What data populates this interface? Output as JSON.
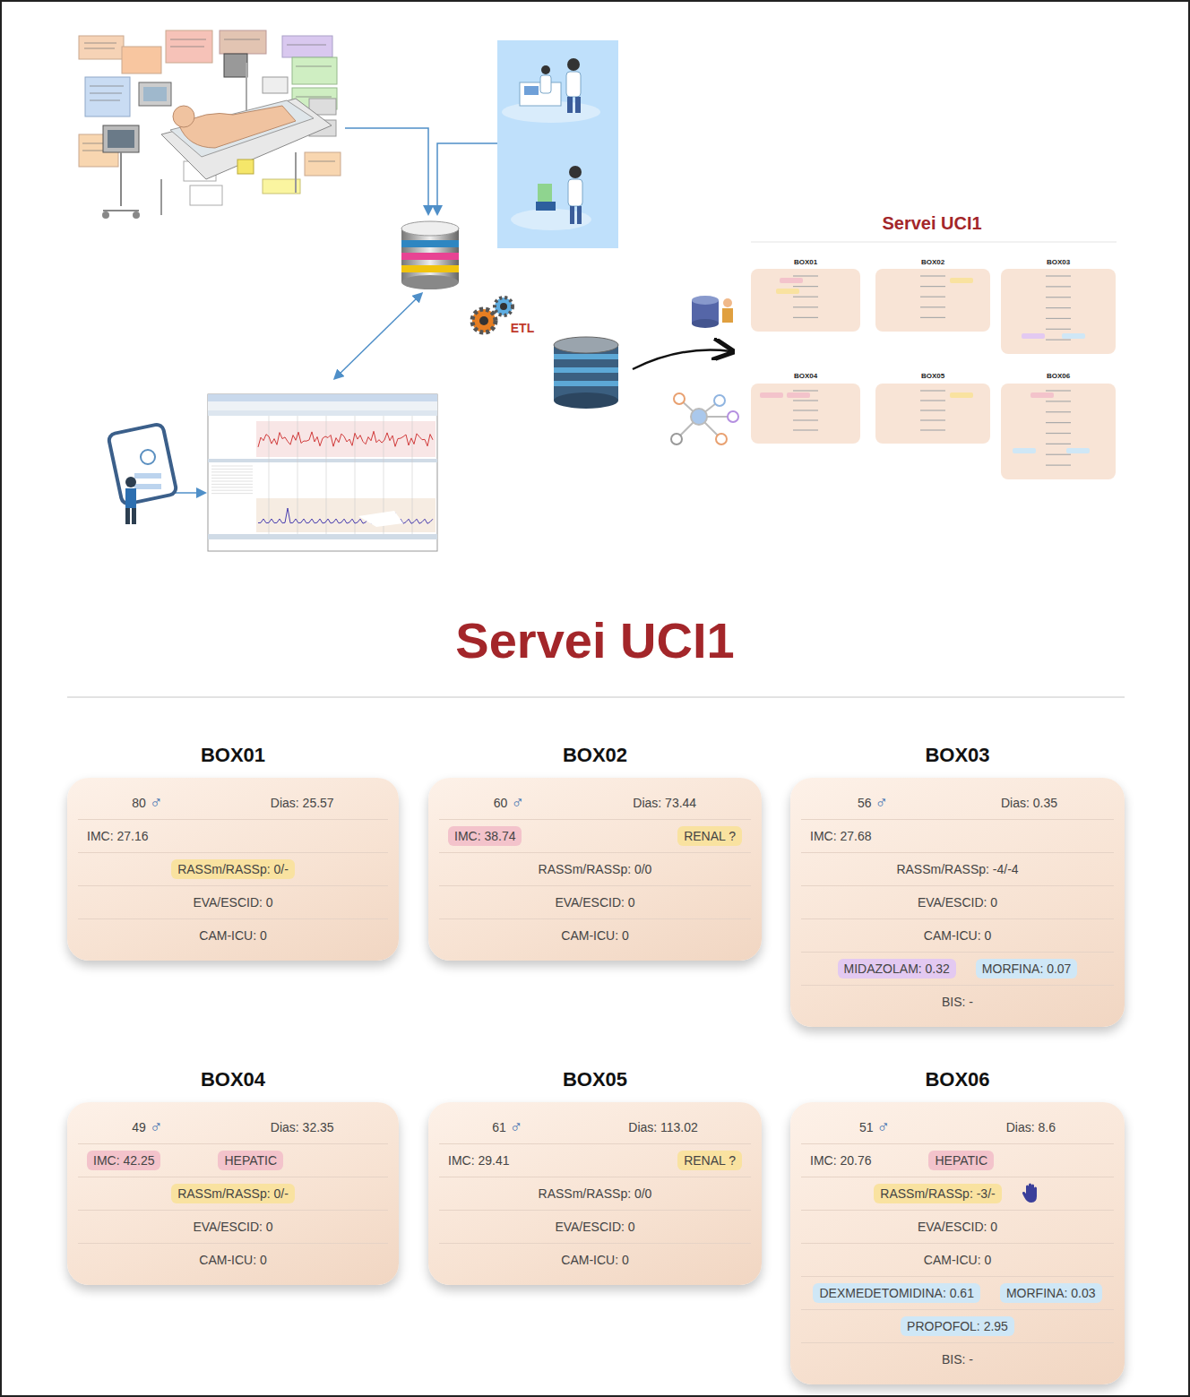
{
  "diagram": {
    "title": "Servei UCI1",
    "nodes": [
      {
        "text": [
          "BOX01",
          "80",
          "♂",
          "Dias: 25.57",
          "IMC: 27.16",
          "EVA/ESCID: 0",
          "CAM-ICU: 0"
        ]
      },
      {
        "text": [
          "RASSm/RASSp: 0/-"
        ],
        "in": 0
      },
      {
        "text": [
          "BOX02",
          "60",
          "♂",
          "Dias: 73.44",
          "RASSm/RASSp: 0/0",
          "EVA/ESCID: 0",
          "CAM-ICU: 0"
        ]
      },
      {
        "text": [
          "IMC: 38.74"
        ],
        "in": 2
      },
      {
        "text": [
          "RENAL ?"
        ],
        "in": 2
      },
      {
        "text": [
          "BOX03",
          "56",
          "♂",
          "Dias: 0.35",
          "IMC: 27.68",
          "RASSm/RASSp: -4/-4",
          "EVA/ESCID: 0",
          "CAM-ICU: 0",
          "BIS: -"
        ]
      },
      {
        "text": [
          "MIDAZOLAM: 0.32"
        ],
        "in": 5
      },
      {
        "text": [
          "MORFINA: 0.07"
        ],
        "in": 5
      },
      {
        "text": [
          "BOX04",
          "49",
          "♂",
          "Dias: 32.35",
          "EVA/ESCID: 0",
          "CAM-ICU: 0"
        ]
      },
      {
        "text": [
          "IMC: 42.25"
        ],
        "in": 8
      },
      {
        "text": [
          "HEPATIC"
        ],
        "in": 8
      },
      {
        "text": [
          "RASSm/RASSp: 0/-"
        ],
        "in": 8
      },
      {
        "text": [
          "BOX05",
          "61",
          "♂",
          "Dias: 113.02",
          "IMC: 29.41",
          "RASSm/RASSp: 0/0",
          "EVA/ESCID: 0",
          "CAM-ICU: 0"
        ]
      },
      {
        "text": [
          "RENAL ?"
        ],
        "in": 12
      },
      {
        "text": [
          "BOX06",
          "51",
          "♂",
          "Dias: 8.6",
          "IMC: 20.76",
          "EVA/ESCID: 0",
          "CAM-ICU: 0",
          "BIS: -"
        ]
      },
      {
        "text": [
          "HEPATIC"
        ],
        "in": 14
      },
      {
        "text": [
          "RASSm/RASSp: -3/-"
        ],
        "in": 14
      },
      {
        "text": [
          "DEXMEDETOMIDINA: 0.61"
        ],
        "in": 14
      },
      {
        "text": [
          "MORFINA: 0.03"
        ],
        "in": 14
      },
      {
        "text": [
          "PROPOFOL: 2.95"
        ],
        "in": 14
      }
    ],
    "labels": [
      "ETL",
      "Servei UCI1",
      "BOX01",
      "BOX02",
      "BOX03",
      "BOX04",
      "BOX05",
      "BOX06"
    ]
  }
}
